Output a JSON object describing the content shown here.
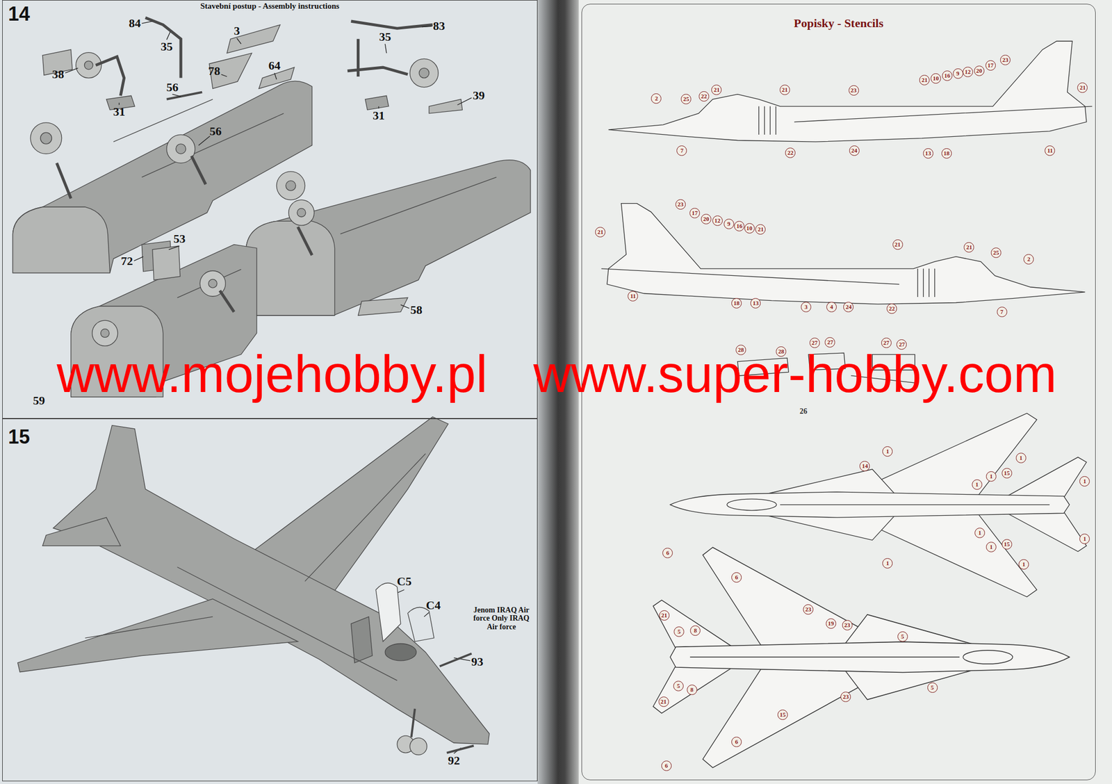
{
  "diagram": {
    "nodes": [
      {
        "text": [
          "14",
          "Stavební postup - Assembly instructions"
        ]
      },
      {
        "text": [
          "15"
        ]
      },
      {
        "text": [
          "Popisky - Stencils"
        ]
      },
      {
        "text": [
          "2"
        ],
        "in": 2
      },
      {
        "text": [
          "25"
        ],
        "in": 2
      },
      {
        "text": [
          "22"
        ],
        "in": 2
      },
      {
        "text": [
          "21"
        ],
        "in": 2
      },
      {
        "text": [
          "21"
        ],
        "in": 2
      },
      {
        "text": [
          "23"
        ],
        "in": 2
      },
      {
        "text": [
          "21"
        ],
        "in": 2
      },
      {
        "text": [
          "10"
        ],
        "in": 2
      },
      {
        "text": [
          "16"
        ],
        "in": 2
      },
      {
        "text": [
          "9"
        ],
        "in": 2
      },
      {
        "text": [
          "12"
        ],
        "in": 2
      },
      {
        "text": [
          "20"
        ],
        "in": 2
      },
      {
        "text": [
          "17"
        ],
        "in": 2
      },
      {
        "text": [
          "23"
        ],
        "in": 2
      },
      {
        "text": [
          "21"
        ],
        "in": 2
      },
      {
        "text": [
          "7"
        ],
        "in": 2
      },
      {
        "text": [
          "22"
        ],
        "in": 2
      },
      {
        "text": [
          "24"
        ],
        "in": 2
      },
      {
        "text": [
          "13"
        ],
        "in": 2
      },
      {
        "text": [
          "18"
        ],
        "in": 2
      },
      {
        "text": [
          "11"
        ],
        "in": 2
      },
      {
        "text": [
          "23"
        ],
        "in": 2
      },
      {
        "text": [
          "17"
        ],
        "in": 2
      },
      {
        "text": [
          "20"
        ],
        "in": 2
      },
      {
        "text": [
          "12"
        ],
        "in": 2
      },
      {
        "text": [
          "9"
        ],
        "in": 2
      },
      {
        "text": [
          "16"
        ],
        "in": 2
      },
      {
        "text": [
          "10"
        ],
        "in": 2
      },
      {
        "text": [
          "21"
        ],
        "in": 2
      },
      {
        "text": [
          "21"
        ],
        "in": 2
      },
      {
        "text": [
          "21"
        ],
        "in": 2
      },
      {
        "text": [
          "21"
        ],
        "in": 2
      },
      {
        "text": [
          "25"
        ],
        "in": 2
      },
      {
        "text": [
          "2"
        ],
        "in": 2
      },
      {
        "text": [
          "11"
        ],
        "in": 2
      },
      {
        "text": [
          "18"
        ],
        "in": 2
      },
      {
        "text": [
          "13"
        ],
        "in": 2
      },
      {
        "text": [
          "3"
        ],
        "in": 2
      },
      {
        "text": [
          "4"
        ],
        "in": 2
      },
      {
        "text": [
          "24"
        ],
        "in": 2
      },
      {
        "text": [
          "22"
        ],
        "in": 2
      },
      {
        "text": [
          "7"
        ],
        "in": 2
      },
      {
        "text": [
          "27"
        ],
        "in": 2
      },
      {
        "text": [
          "27"
        ],
        "in": 2
      },
      {
        "text": [
          "27"
        ],
        "in": 2
      },
      {
        "text": [
          "27"
        ],
        "in": 2
      },
      {
        "text": [
          "28"
        ],
        "in": 2
      },
      {
        "text": [
          "28"
        ],
        "in": 2
      },
      {
        "text": [
          "1"
        ],
        "in": 2
      },
      {
        "text": [
          "1"
        ],
        "in": 2
      },
      {
        "text": [
          "14"
        ],
        "in": 2
      },
      {
        "text": [
          "1"
        ],
        "in": 2
      },
      {
        "text": [
          "15"
        ],
        "in": 2
      },
      {
        "text": [
          "1"
        ],
        "in": 2
      },
      {
        "text": [
          "1"
        ],
        "in": 2
      },
      {
        "text": [
          "1"
        ],
        "in": 2
      },
      {
        "text": [
          "1"
        ],
        "in": 2
      },
      {
        "text": [
          "15"
        ],
        "in": 2
      },
      {
        "text": [
          "1"
        ],
        "in": 2
      },
      {
        "text": [
          "1"
        ],
        "in": 2
      },
      {
        "text": [
          "1"
        ],
        "in": 2
      },
      {
        "text": [
          "6"
        ],
        "in": 2
      },
      {
        "text": [
          "6"
        ],
        "in": 2
      },
      {
        "text": [
          "21"
        ],
        "in": 2
      },
      {
        "text": [
          "23"
        ],
        "in": 2
      },
      {
        "text": [
          "19"
        ],
        "in": 2
      },
      {
        "text": [
          "23"
        ],
        "in": 2
      },
      {
        "text": [
          "5"
        ],
        "in": 2
      },
      {
        "text": [
          "8"
        ],
        "in": 2
      },
      {
        "text": [
          "5"
        ],
        "in": 2
      },
      {
        "text": [
          "5"
        ],
        "in": 2
      },
      {
        "text": [
          "8"
        ],
        "in": 2
      },
      {
        "text": [
          "21"
        ],
        "in": 2
      },
      {
        "text": [
          "23"
        ],
        "in": 2
      },
      {
        "text": [
          "5"
        ],
        "in": 2
      },
      {
        "text": [
          "15"
        ],
        "in": 2
      },
      {
        "text": [
          "6"
        ],
        "in": 2
      },
      {
        "text": [
          "6"
        ],
        "in": 2
      }
    ],
    "labels": [
      "84",
      "35",
      "3",
      "64",
      "78",
      "38",
      "56",
      "56",
      "31",
      "35",
      "83",
      "39",
      "31",
      "53",
      "72",
      "58",
      "59",
      "C5",
      "C4",
      "Jenom IRAQ Air force Only IRAQ Air force",
      "93",
      "92",
      "26",
      "www.mojehobby.pl",
      "www.super-hobby.com"
    ]
  }
}
